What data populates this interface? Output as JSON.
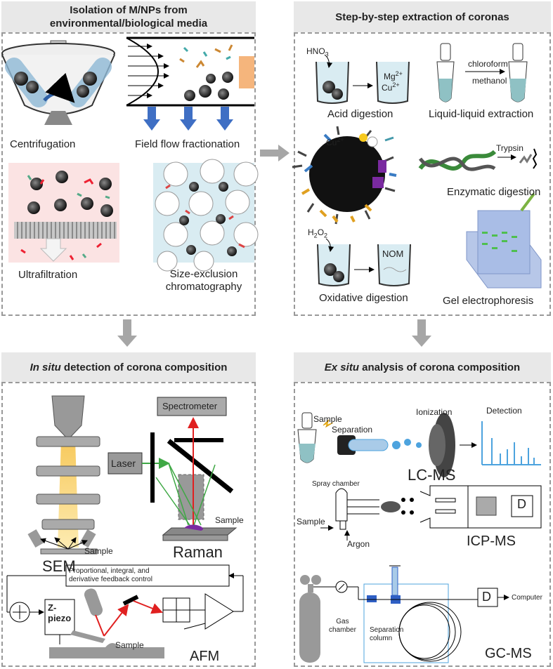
{
  "panels": {
    "top_left": {
      "title_line1": "Isolation of M/NPs from",
      "title_line2": "environmental/biological media"
    },
    "top_right": {
      "title": "Step-by-step extraction of coronas"
    },
    "bottom_left": {
      "title_italic": "In situ",
      "title_rest": " detection of corona composition"
    },
    "bottom_right": {
      "title_italic": "Ex situ",
      "title_rest": " analysis of corona composition"
    }
  },
  "isolation": {
    "centrifugation": "Centrifugation",
    "field_flow": "Field flow fractionation",
    "ultrafiltration": "Ultrafiltration",
    "size_exclusion_line1": "Size-exclusion",
    "size_exclusion_line2": "chromatography"
  },
  "extraction": {
    "hno3_base": "HNO",
    "hno3_sub": "3",
    "mg": "Mg",
    "mg_sup": "2+",
    "cu": "Cu",
    "cu_sup": "2+",
    "acid_digestion": "Acid digestion",
    "chloroform": "chloroform",
    "methanol": "methanol",
    "liquid_liquid": "Liquid-liquid extraction",
    "cu_particle": "Cu",
    "cu_particle_sup": "2+",
    "trypsin": "Trypsin",
    "enzymatic": "Enzymatic digestion",
    "h2o2_h": "H",
    "h2o2_sub1": "2",
    "h2o2_o": "O",
    "h2o2_sub2": "2",
    "nom": "NOM",
    "oxidative": "Oxidative digestion",
    "gel": "Gel electrophoresis"
  },
  "insitu": {
    "spectrometer": "Spectrometer",
    "laser": "Laser",
    "sample_sem": "Sample",
    "sample_raman": "Sample",
    "sem": "SEM",
    "raman": "Raman",
    "feedback_line1": "Proportional, integral, and",
    "feedback_line2": "derivative feedback control",
    "zpiezo_line1": "Z-",
    "zpiezo_line2": "piezo",
    "sample_afm": "Sample",
    "afm": "AFM"
  },
  "exsitu": {
    "sample": "Sample",
    "separation": "Separation",
    "ionization": "Ionization",
    "detection": "Detection",
    "lcms": "LC-MS",
    "spray_chamber": "Spray chamber",
    "sample_icp": "Sample",
    "argon": "Argon",
    "detector": "D",
    "icpms": "ICP-MS",
    "detector_gc": "D",
    "computer": "Computer",
    "gas_line1": "Gas",
    "gas_line2": "chamber",
    "column_line1": "Separation",
    "column_line2": "column",
    "gcms": "GC-MS"
  },
  "colors": {
    "header_bg": "#e8e8e8",
    "dashed_border": "#999999",
    "arrow_gray": "#a6a6a6",
    "flow_blue": "#3f6fc4",
    "red_beam": "#e02020",
    "green_beam": "#3fa845",
    "pink_bg": "#fbe3e3",
    "blue_bg": "#d9ecf2",
    "lc_blue": "#4da3de"
  }
}
